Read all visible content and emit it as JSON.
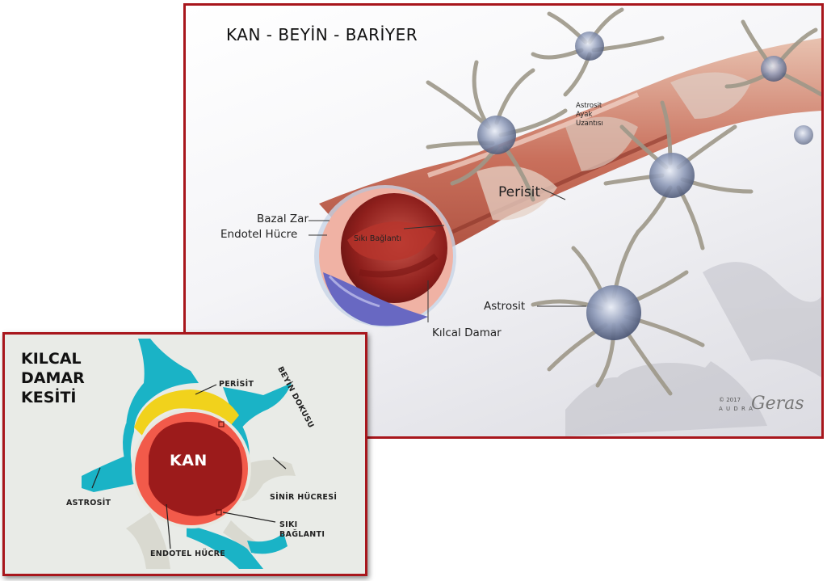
{
  "main": {
    "title": "KAN - BEYİN - BARİYER",
    "labels": {
      "bazal_zar": "Bazal Zar",
      "endotel_hucre": "Endotel Hücre",
      "siki_baglanti": "Sıkı Bağlantı",
      "perisit": "Perisit",
      "astrosit_ayak_line1": "Astrosit",
      "astrosit_ayak_line2": "Ayak",
      "astrosit_ayak_line3": "Uzantısı",
      "astrosit": "Astrosit",
      "kilcal_damar": "Kılcal Damar"
    },
    "credit": {
      "copyright": "© 2017",
      "author_spaced": "A U D R A",
      "signature": "Geras"
    }
  },
  "inset": {
    "title": "KILCAL\nDAMAR\nKESİTİ",
    "labels": {
      "beyin_dokusu": "BEYİN DOKUSU",
      "perisit": "PERİSİT",
      "kan": "KAN",
      "astrosit": "ASTROSİT",
      "sinir_hucresi": "SİNİR HÜCRESİ",
      "siki_line1": "SIKI",
      "siki_line2": "BAĞLANTI",
      "endotel_hucre": "ENDOTEL HÜCRE"
    }
  },
  "colors": {
    "frame": "#a8161c",
    "astrocyte_teal": "#1ab3c6",
    "pericyte_yellow": "#f1d21c",
    "endothelial_salmon": "#f25a4a",
    "blood_dark_red": "#9c1b1b",
    "neuron_grey": "#d9d9d0",
    "inset_bg": "#e9ebe7"
  }
}
